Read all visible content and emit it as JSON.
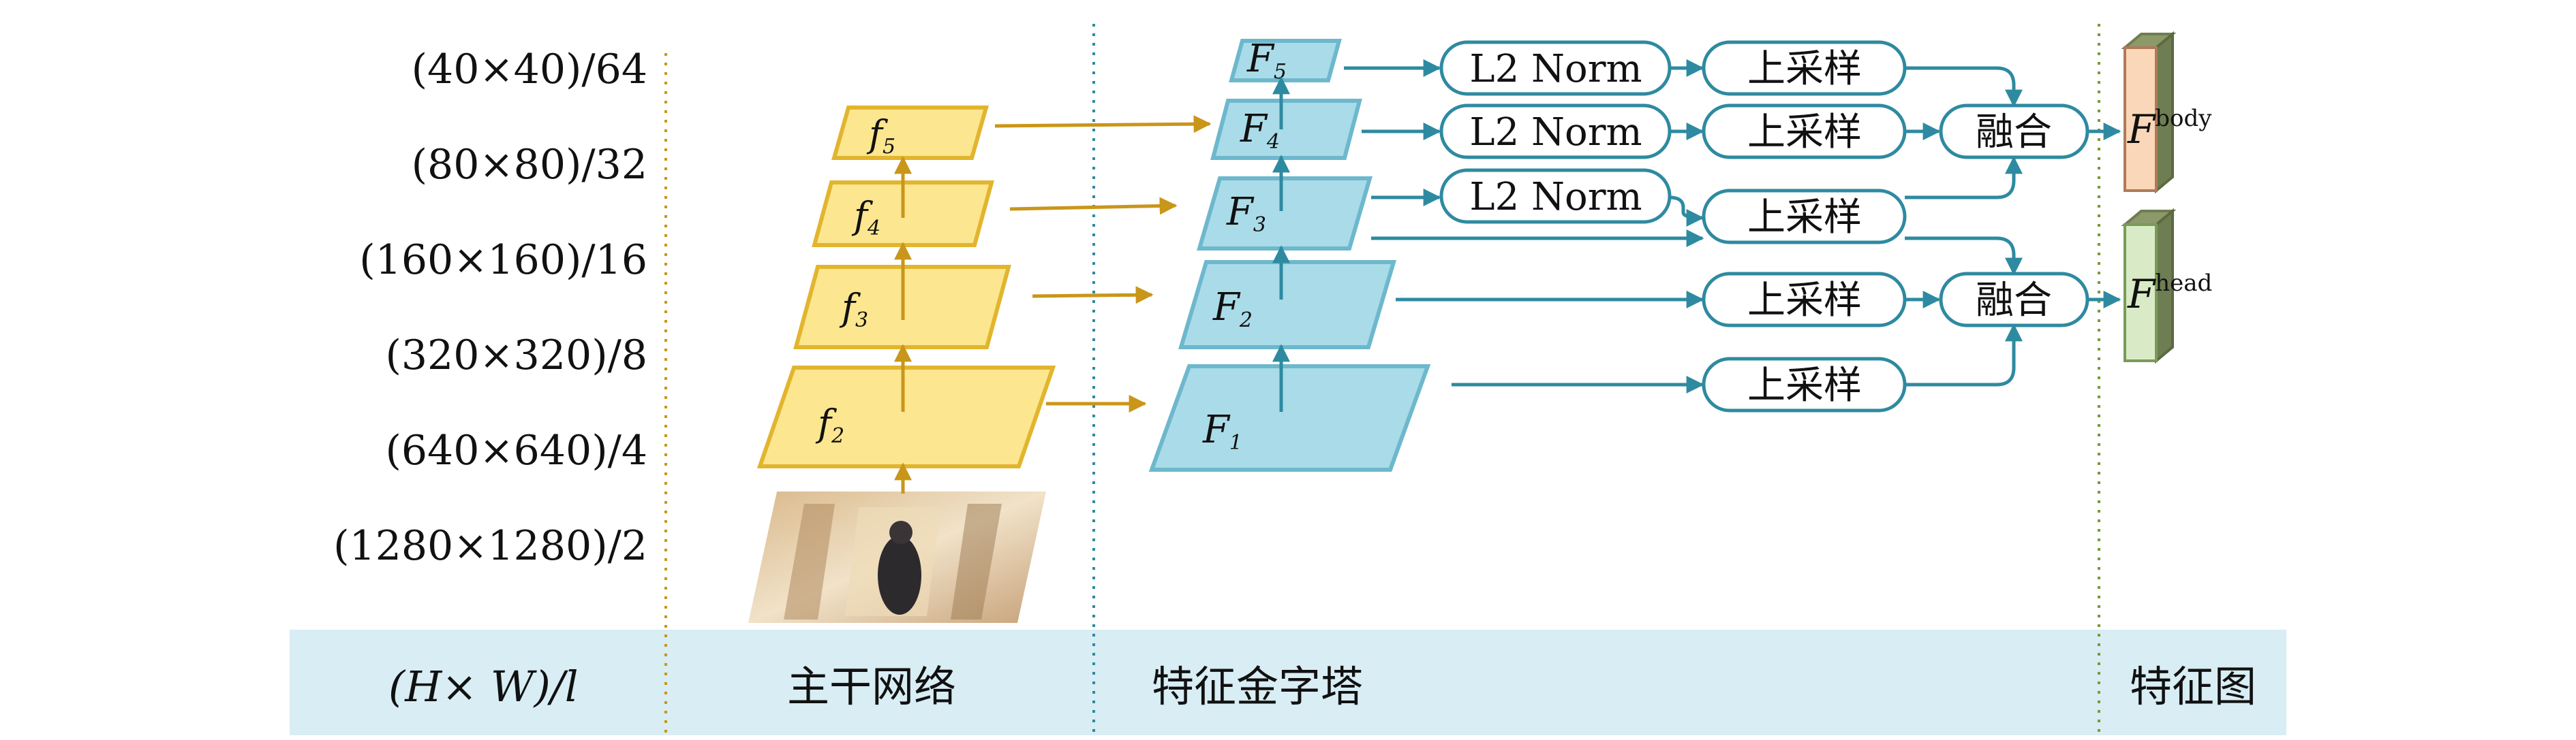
{
  "scale_labels": [
    "(40×40)/64",
    "(80×80)/32",
    "(160×160)/16",
    "(320×320)/8",
    "(640×640)/4",
    "(1280×1280)/2"
  ],
  "footer": {
    "axis_label": "(H× W)/l",
    "backbone": "主干网络",
    "pyramid": "特征金字塔",
    "featuremap": "特征图"
  },
  "backbone_layers": [
    "f5",
    "f4",
    "f3",
    "f2"
  ],
  "pyramid_layers": [
    "F5",
    "F4",
    "F3",
    "F2",
    "F1"
  ],
  "ops": {
    "l2norm": "L2 Norm",
    "upsample": "上采样",
    "fuse": "融合"
  },
  "outputs": {
    "body": "F body",
    "head": "F head"
  },
  "colors": {
    "backbone_fill": "#fce68f",
    "backbone_stroke": "#e2b52e",
    "backbone_arrow": "#c9961a",
    "pyramid_fill": "#aadbe8",
    "pyramid_stroke": "#6db8cc",
    "pyramid_arrow": "#2e8aa0",
    "footer_band": "#d8edf4",
    "body_front": "#fad7b8",
    "head_front": "#d9ebc6",
    "cuboid_side": "#6f7d52"
  }
}
